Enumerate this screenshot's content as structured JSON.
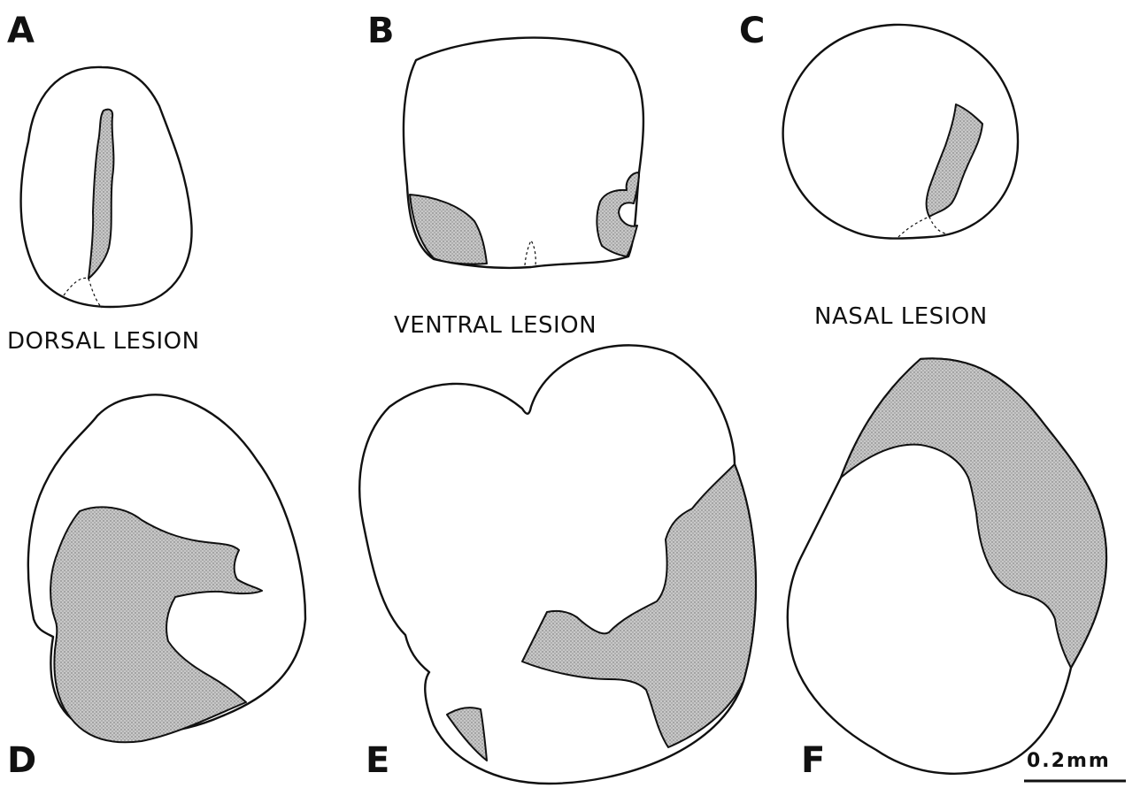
{
  "panels": {
    "a": {
      "letter": "A"
    },
    "b": {
      "letter": "B"
    },
    "c": {
      "letter": "C"
    },
    "d": {
      "letter": "D"
    },
    "e": {
      "letter": "E"
    },
    "f": {
      "letter": "F"
    }
  },
  "captions": {
    "dorsal": "DORSAL LESION",
    "ventral": "VENTRAL LESION",
    "nasal": "NASAL LESION"
  },
  "scale_bar": {
    "label": "0.2mm"
  },
  "colors": {
    "outline": "#111111",
    "lesion_fill": "#bdbdbd",
    "background": "#ffffff"
  }
}
